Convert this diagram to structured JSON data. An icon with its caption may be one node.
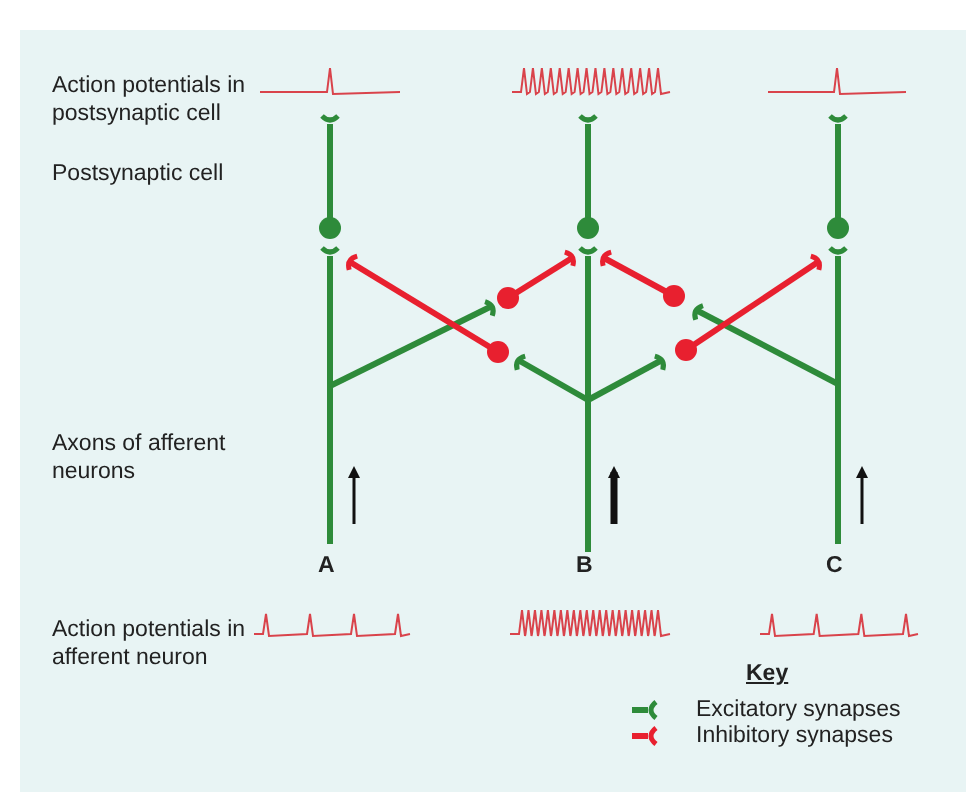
{
  "diagram": {
    "labels": [
      "Action potentials in postsynaptic cell",
      "Postsynaptic cell",
      "Axons of afferent neurons",
      "A",
      "B",
      "C",
      "Action potentials in afferent neuron",
      "Key"
    ],
    "legend": [
      {
        "text": "Excitatory synapses"
      },
      {
        "text": "Inhibitory synapses"
      }
    ]
  }
}
